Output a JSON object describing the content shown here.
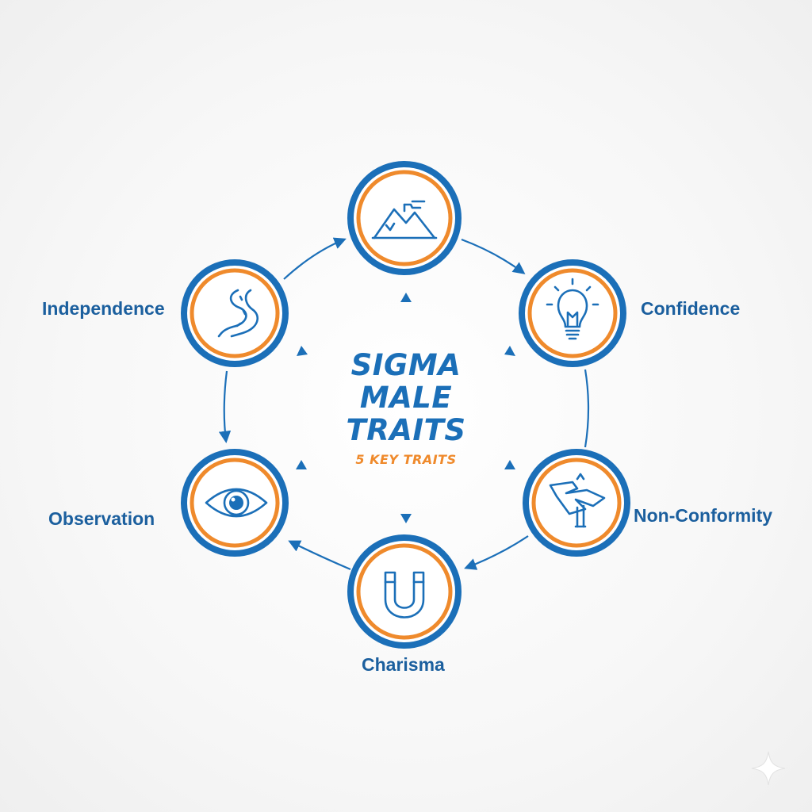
{
  "title_lines": [
    "SIGMA",
    "MALE",
    "TRAITS"
  ],
  "subtitle": "5 KEY TRAITS",
  "labels": {
    "independence": "Independence",
    "confidence": "Confidence",
    "observation": "Observation",
    "non_conformity": "Non-Conformity",
    "charisma": "Charisma"
  },
  "icons": {
    "top": "mountain-flag-icon",
    "independence": "winding-road-icon",
    "confidence": "lightbulb-icon",
    "observation": "eye-icon",
    "non_conformity": "diverging-road-sign-icon",
    "charisma": "magnet-icon"
  },
  "colors": {
    "primary_blue": "#1b6fb8",
    "accent_orange": "#ef8a2c",
    "label_blue": "#1b5f9e",
    "background": "#f7f7f7"
  }
}
